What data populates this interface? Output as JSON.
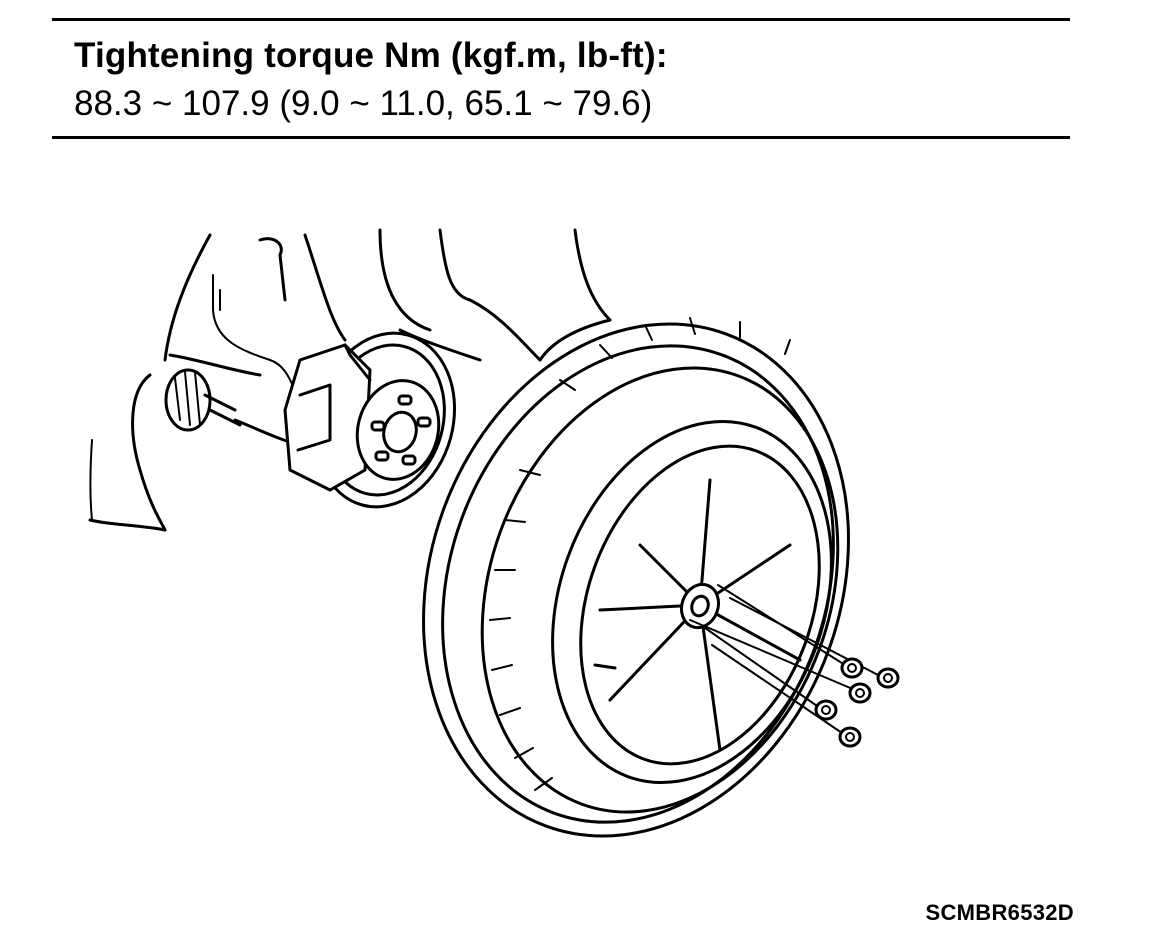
{
  "spec": {
    "title": "Tightening torque Nm (kgf.m, lb-ft):",
    "value": "88.3 ~ 107.9 (9.0 ~ 11.0, 65.1 ~ 79.6)"
  },
  "figure": {
    "code": "SCMBR6532D",
    "parts": [
      "vehicle-body",
      "brake-caliper",
      "brake-disc",
      "hub",
      "wheel-and-tire",
      "lug-nuts"
    ]
  }
}
